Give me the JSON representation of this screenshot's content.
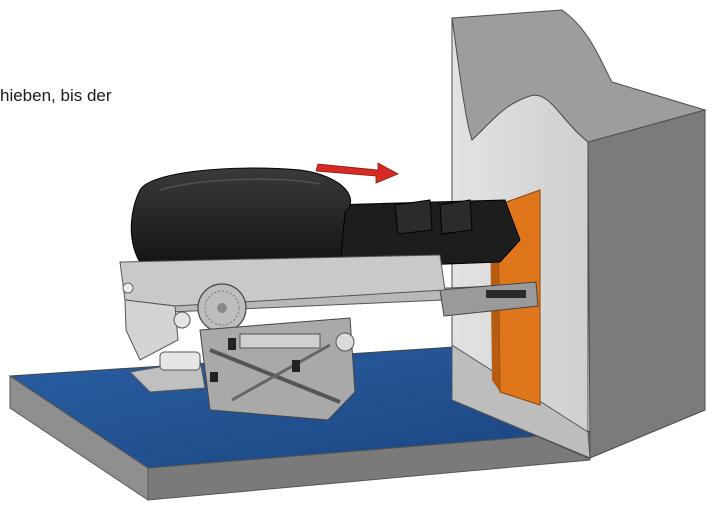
{
  "caption": {
    "text": "hieben, bis der"
  },
  "illustration": {
    "subject": "welding-machine-pushed-toward-wall",
    "colors": {
      "floor_top": "#1f4f8f",
      "floor_side": "#8a8a8a",
      "wall_face": "#d6d6d6",
      "wall_side": "#7d7d7d",
      "wall_top": "#9e9e9e",
      "insert": "#e0761c",
      "arrow": "#d62b25",
      "housing": "#1b1b1b",
      "frame": "#b5b5b5"
    },
    "arrow_direction": "right"
  }
}
